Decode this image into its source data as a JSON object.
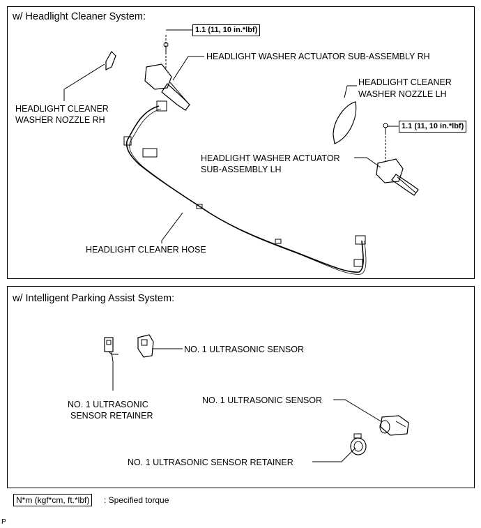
{
  "panel1": {
    "title": "w/ Headlight Cleaner System:",
    "torque_rh": "1.1 (11, 10 in.*lbf)",
    "torque_lh": "1.1 (11, 10 in.*lbf)",
    "actuator_rh": "HEADLIGHT WASHER ACTUATOR SUB-ASSEMBLY RH",
    "nozzle_lh_line1": "HEADLIGHT CLEANER",
    "nozzle_lh_line2": "WASHER NOZZLE LH",
    "nozzle_rh_line1": "HEADLIGHT CLEANER",
    "nozzle_rh_line2": "WASHER NOZZLE RH",
    "actuator_lh_line1": "HEADLIGHT WASHER ACTUATOR",
    "actuator_lh_line2": "SUB-ASSEMBLY LH",
    "hose": "HEADLIGHT CLEANER HOSE"
  },
  "panel2": {
    "title": "w/ Intelligent Parking Assist System:",
    "sensor_a": "NO. 1 ULTRASONIC SENSOR",
    "retainer_a_line1": "NO. 1 ULTRASONIC",
    "retainer_a_line2": "SENSOR RETAINER",
    "sensor_b": "NO. 1 ULTRASONIC SENSOR",
    "retainer_b": "NO. 1 ULTRASONIC SENSOR RETAINER"
  },
  "legend": {
    "unit": "N*m (kgf*cm, ft.*lbf)",
    "text": ": Specified torque"
  },
  "code": "P"
}
